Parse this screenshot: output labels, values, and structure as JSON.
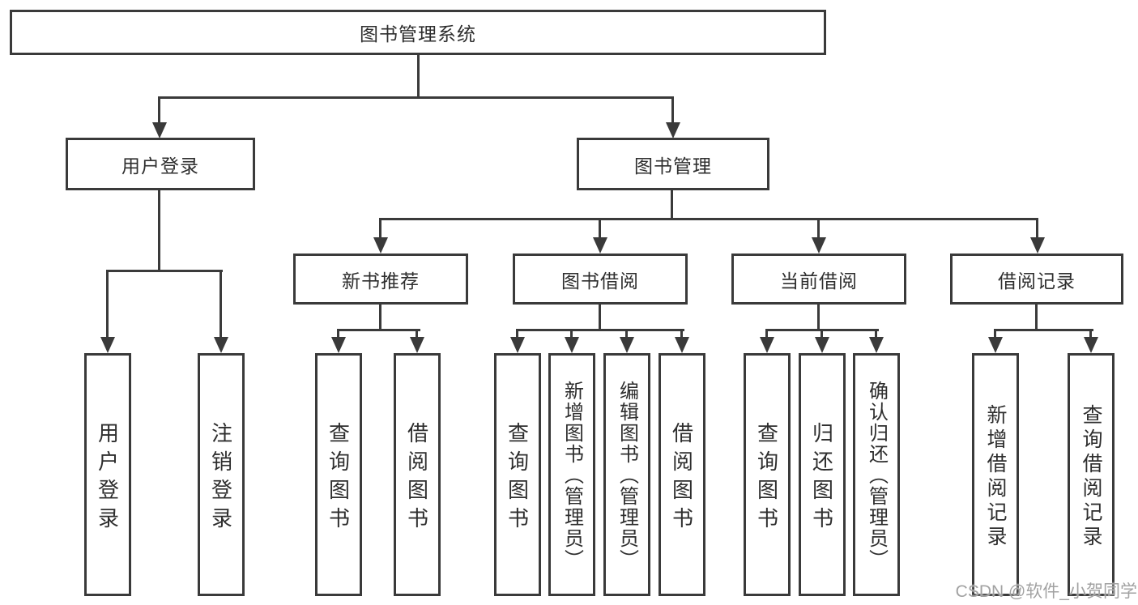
{
  "diagram": {
    "root": {
      "label": "图书管理系统"
    },
    "level2": [
      {
        "label": "用户登录"
      },
      {
        "label": "图书管理"
      }
    ],
    "level3": [
      {
        "label": "新书推荐"
      },
      {
        "label": "图书借阅"
      },
      {
        "label": "当前借阅"
      },
      {
        "label": "借阅记录"
      }
    ],
    "leaves": [
      {
        "label": "用户登录"
      },
      {
        "label": "注销登录"
      },
      {
        "label": "查询图书"
      },
      {
        "label": "借阅图书"
      },
      {
        "label": "查询图书"
      },
      {
        "label": "新增图书（管理员）"
      },
      {
        "label": "编辑图书（管理员）"
      },
      {
        "label": "借阅图书"
      },
      {
        "label": "查询图书"
      },
      {
        "label": "归还图书"
      },
      {
        "label": "确认归还（管理员）"
      },
      {
        "label": "新增借阅记录"
      },
      {
        "label": "查询借阅记录"
      }
    ],
    "watermark": "CSDN @软件_小贺同学",
    "colors": {
      "line": "#3a3a3a",
      "text": "#2e2e2e",
      "watermark": "#a2a2a2",
      "background": "#ffffff"
    }
  }
}
